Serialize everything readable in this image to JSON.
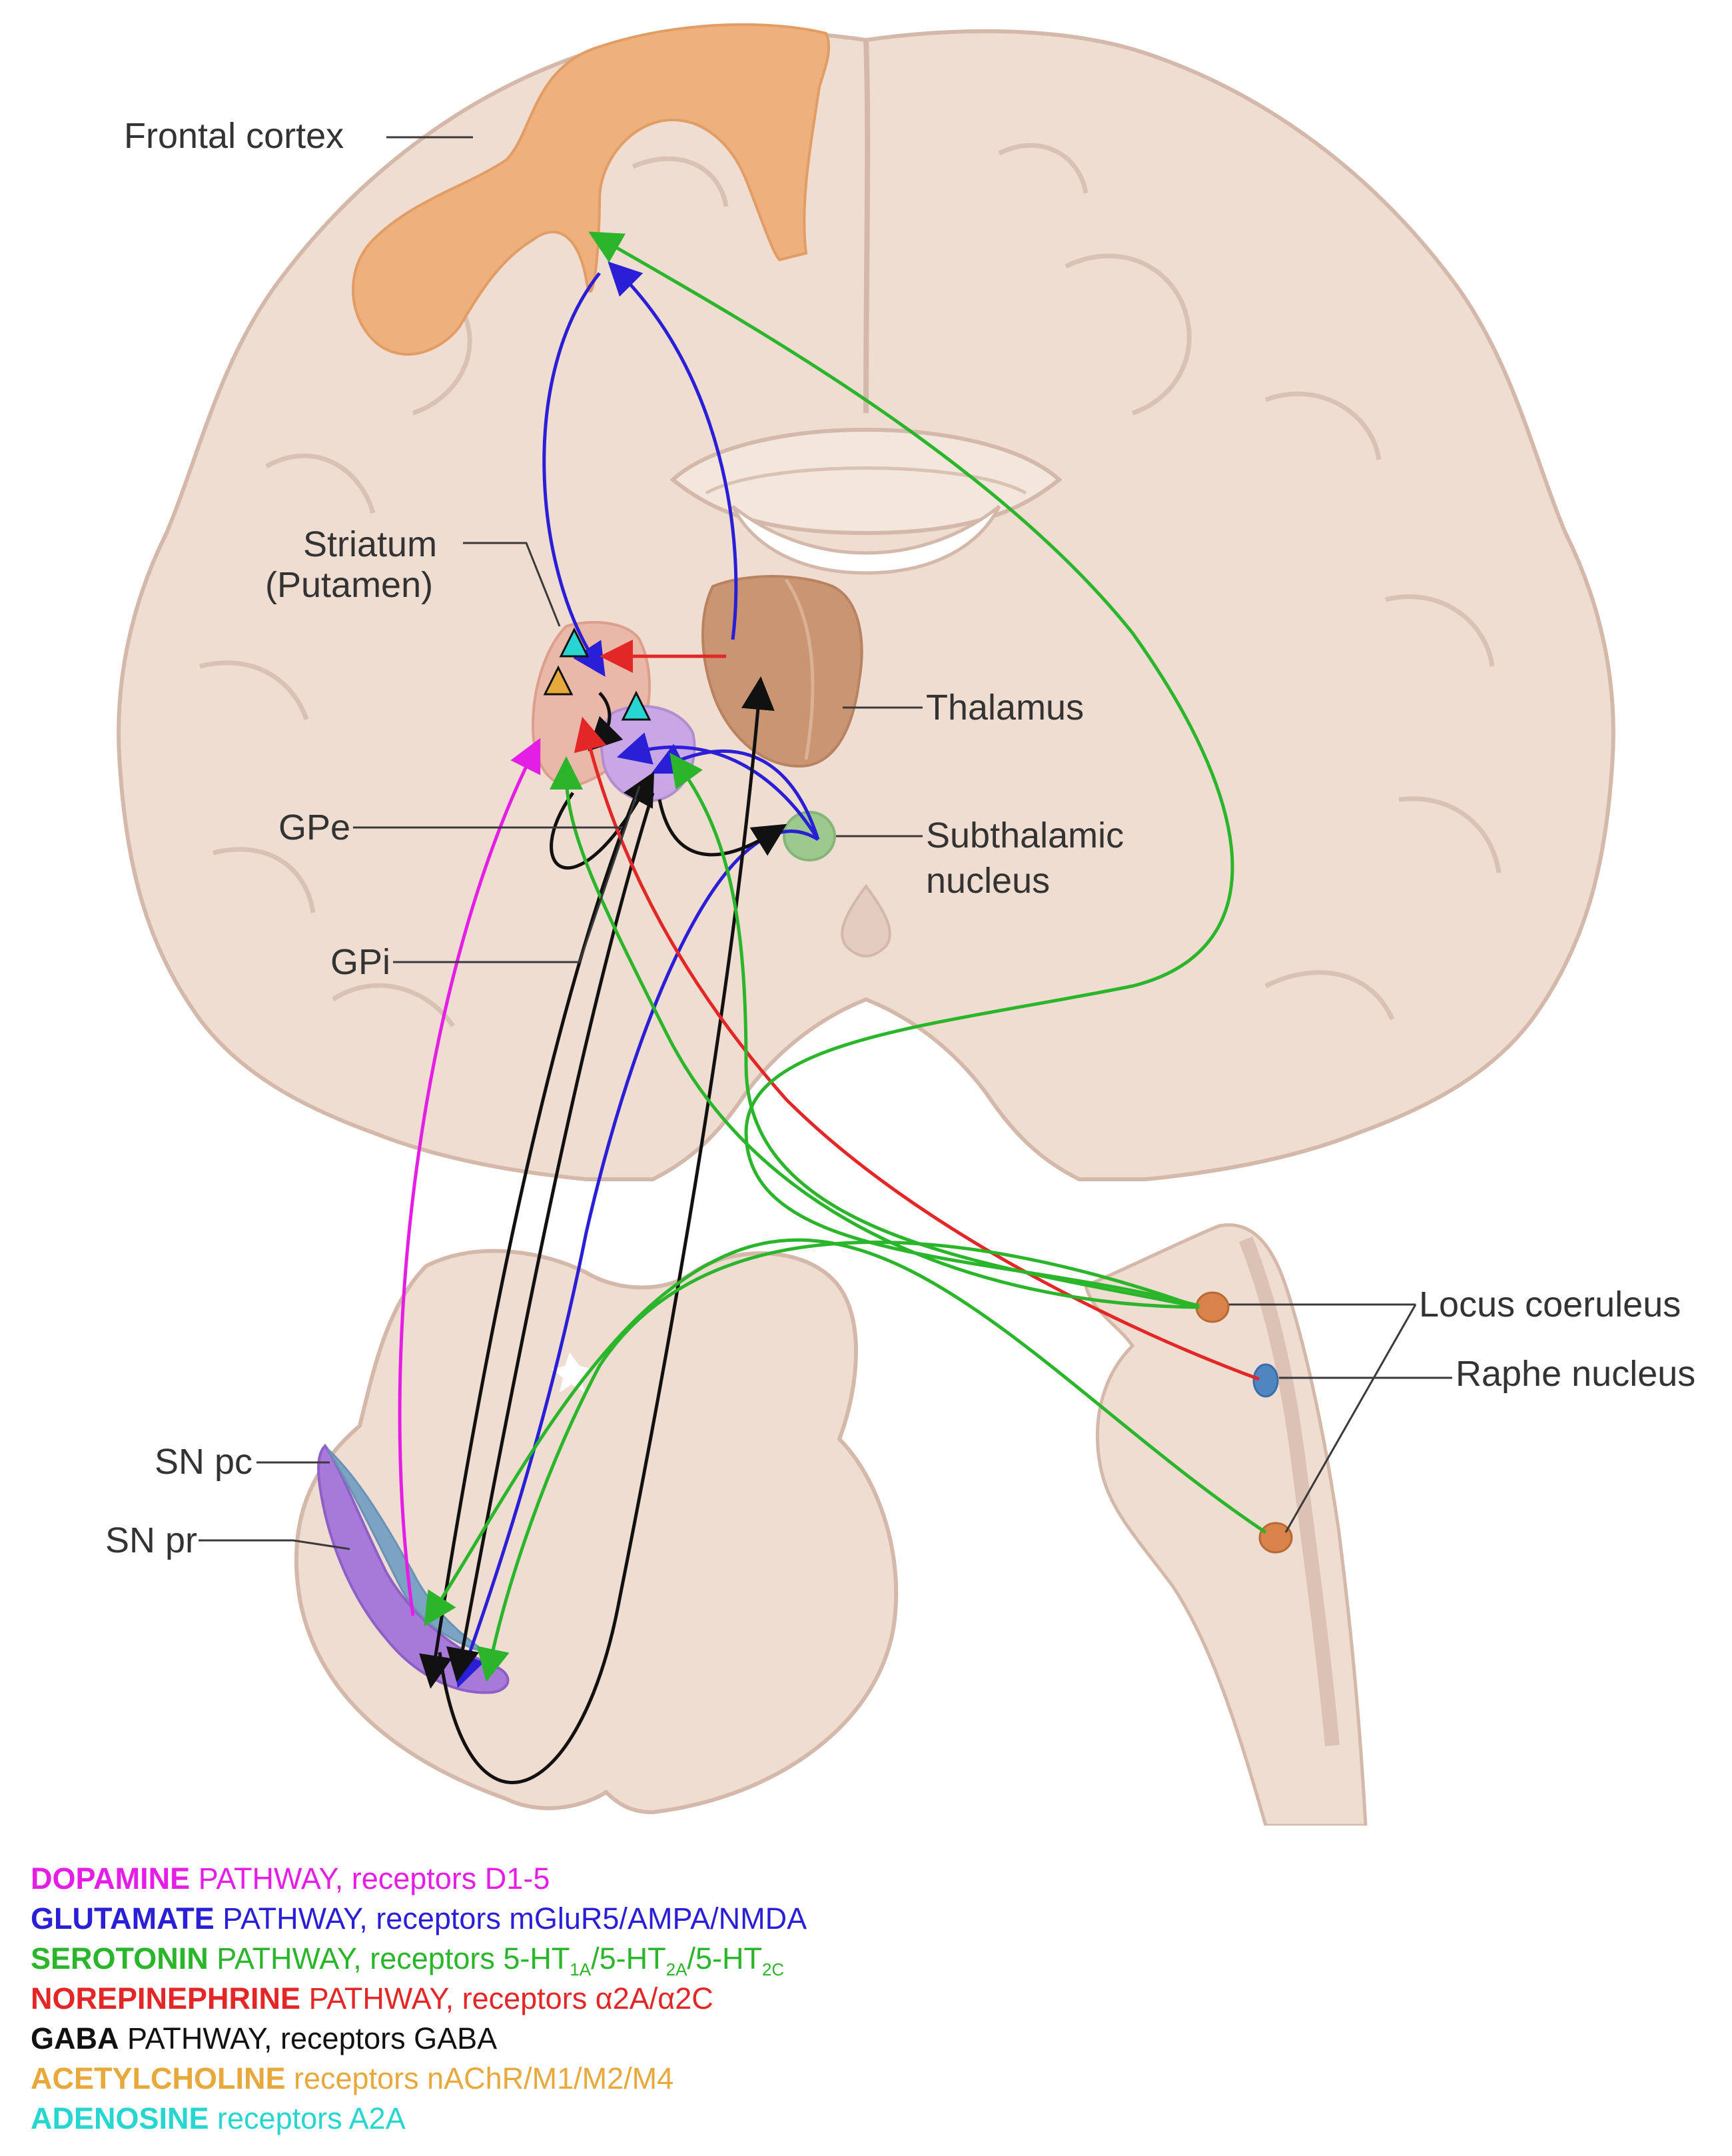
{
  "labels": {
    "frontal_cortex": "Frontal cortex",
    "striatum_line1": "Striatum",
    "striatum_line2": "(Putamen)",
    "thalamus": "Thalamus",
    "gpe": "GPe",
    "gpi": "GPi",
    "subthalamic_line1": "Subthalamic",
    "subthalamic_line2": "nucleus",
    "locus_coeruleus": "Locus coeruleus",
    "raphe_nucleus": "Raphe nucleus",
    "sn_pc": "SN pc",
    "sn_pr": "SN pr"
  },
  "colors": {
    "dopamine": "#e51ee5",
    "glutamate": "#2a1ed6",
    "serotonin": "#2ab52a",
    "norepinephrine": "#e32626",
    "gaba": "#111111",
    "acetylcholine": "#e8a93c",
    "adenosine": "#27d6d0",
    "tissue": "#efddd2",
    "tissue_line": "#d4b9aa",
    "cortex_orange": "#eeb07c",
    "thalamus": "#c99572",
    "striatum": "#eab8a8",
    "globus_pallidus": "#c9a6e6",
    "subthalamic": "#9cc98e",
    "substantia_nigra": "#a77ad9",
    "sn_pc_fill": "#7aa3c4",
    "locus_fill": "#d9824a",
    "raphe_fill": "#4f86c2"
  },
  "legend": [
    {
      "name": "DOPAMINE",
      "rest": " PATHWAY, receptors D1-5",
      "color_key": "dopamine"
    },
    {
      "name": "GLUTAMATE",
      "rest": " PATHWAY, receptors mGluR5/AMPA/NMDA",
      "color_key": "glutamate"
    },
    {
      "name": "SEROTONIN",
      "rest": " PATHWAY, receptors ",
      "color_key": "serotonin"
    },
    {
      "name": "NOREPINEPHRINE",
      "rest": " PATHWAY, receptors α2A/α2C",
      "color_key": "norepinephrine"
    },
    {
      "name": "GABA",
      "rest": " PATHWAY, receptors GABA",
      "color_key": "gaba"
    },
    {
      "name": "ACETYLCHOLINE",
      "rest": " receptors nAChR/M1/M2/M4",
      "color_key": "acetylcholine"
    },
    {
      "name": "ADENOSINE",
      "rest": " receptors A2A",
      "color_key": "adenosine"
    }
  ],
  "serotonin_receptors": [
    {
      "base": "5-HT",
      "sub": "1A"
    },
    {
      "base": "/5-HT",
      "sub": "2A"
    },
    {
      "base": "/5-HT",
      "sub": "2C"
    }
  ]
}
